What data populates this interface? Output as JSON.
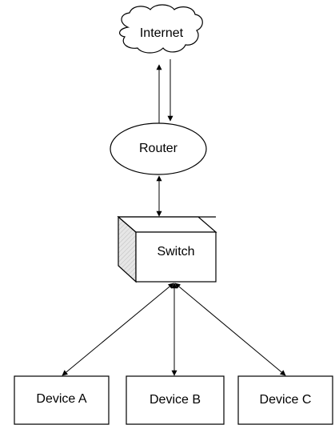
{
  "nodes": {
    "internet": {
      "label": "Internet",
      "shape": "cloud"
    },
    "router": {
      "label": "Router",
      "shape": "ellipse"
    },
    "switch": {
      "label": "Switch",
      "shape": "3d-box"
    },
    "device_a": {
      "label": "Device A",
      "shape": "rectangle"
    },
    "device_b": {
      "label": "Device B",
      "shape": "rectangle"
    },
    "device_c": {
      "label": "Device C",
      "shape": "rectangle"
    }
  },
  "edges": [
    {
      "from": "router",
      "to": "internet",
      "direction": "one-way"
    },
    {
      "from": "internet",
      "to": "router",
      "direction": "one-way"
    },
    {
      "from": "router",
      "to": "switch",
      "direction": "bidirectional"
    },
    {
      "from": "switch",
      "to": "device_a",
      "direction": "bidirectional"
    },
    {
      "from": "switch",
      "to": "device_b",
      "direction": "bidirectional"
    },
    {
      "from": "switch",
      "to": "device_c",
      "direction": "bidirectional"
    }
  ],
  "colors": {
    "stroke": "#000000",
    "fill": "#ffffff",
    "box_side": "#e0e0e0"
  }
}
